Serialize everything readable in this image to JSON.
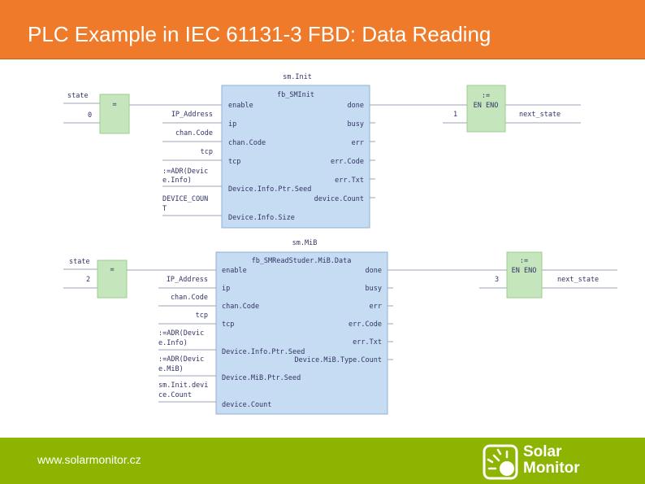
{
  "header": {
    "title": "PLC Example in IEC 61131-3 FBD: Data Reading"
  },
  "footer": {
    "url": "www.solarmonitor.cz",
    "logo_line1": "Solar",
    "logo_line2": "Monitor"
  },
  "colors": {
    "header_bg": "#ef7b2a",
    "footer_bg": "#8cb400",
    "fb_block": "#c6dcf2",
    "eq_block": "#c5e6bc",
    "text": "#333366",
    "wire": "#9aa3b5"
  },
  "diagram1": {
    "instance": "sm.Init",
    "block_type": "fb_SMInit",
    "state_label": "state",
    "state_const": "0",
    "eq_op": "=",
    "inputs": [
      "IP_Address",
      "chan.Code",
      "tcp",
      ":=ADR(Devic",
      "e.Info)",
      "DEVICE_COUN",
      "T"
    ],
    "pins_left": [
      "enable",
      "ip",
      "chan.Code",
      "tcp",
      "Device.Info.Ptr.Seed",
      "Device.Info.Size"
    ],
    "pins_right": [
      "done",
      "busy",
      "err",
      "err.Code",
      "err.Txt",
      "device.Count"
    ],
    "assign_op": ":=",
    "assign_pins": "EN ENO",
    "assign_const": "1",
    "output": "next_state"
  },
  "diagram2": {
    "instance": "sm.MiB",
    "block_type": "fb_SMReadStuder.MiB.Data",
    "state_label": "state",
    "state_const": "2",
    "eq_op": "=",
    "inputs": [
      "IP_Address",
      "chan.Code",
      "tcp",
      ":=ADR(Devic",
      "e.Info)",
      ":=ADR(Devic",
      "e.MiB)",
      "sm.Init.devi",
      "ce.Count"
    ],
    "pins_left": [
      "enable",
      "ip",
      "chan.Code",
      "tcp",
      "Device.Info.Ptr.Seed",
      "Device.MiB.Ptr.Seed",
      "device.Count"
    ],
    "pins_right": [
      "done",
      "busy",
      "err",
      "err.Code",
      "err.Txt",
      "Device.MiB.Type.Count"
    ],
    "assign_op": ":=",
    "assign_pins": "EN ENO",
    "assign_const": "3",
    "output": "next_state"
  }
}
